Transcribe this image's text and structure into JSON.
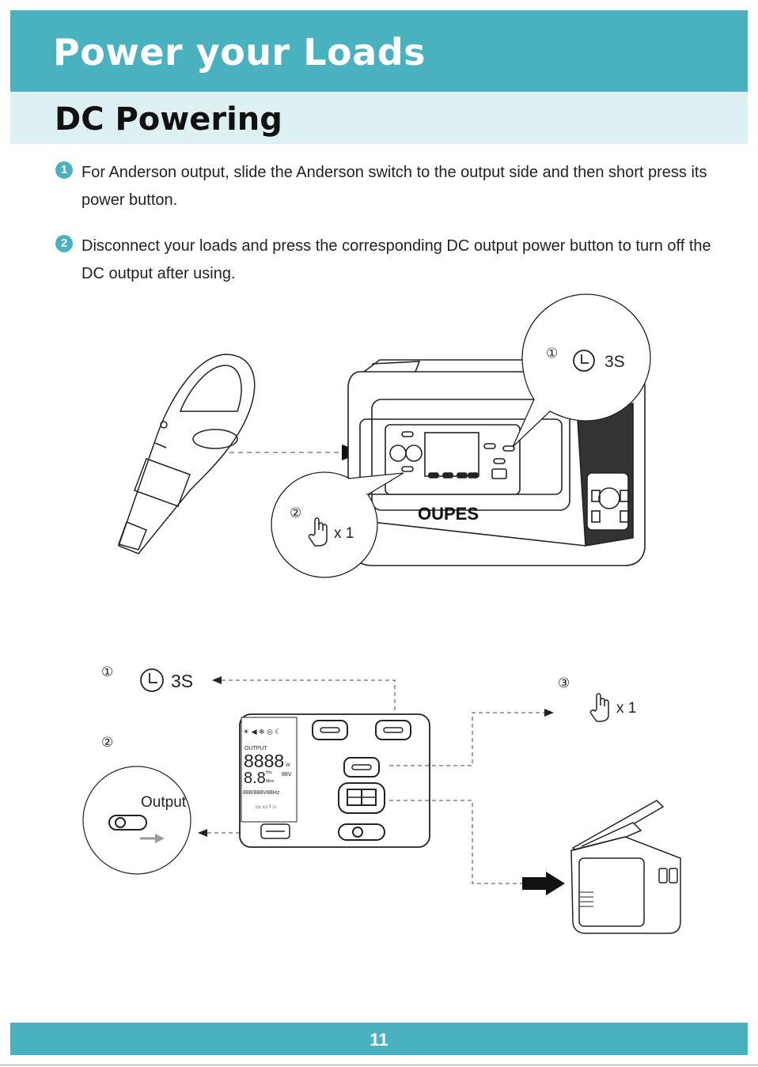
{
  "header": {
    "title": "Power your Loads"
  },
  "section": {
    "title": "DC Powering"
  },
  "steps": [
    {
      "num": "1",
      "text": "For Anderson output, slide the Anderson switch to the output side and then short press its power button."
    },
    {
      "num": "2",
      "text": "Disconnect your loads and press the corresponding DC output power button to turn off the DC output after using."
    }
  ],
  "illustration_top": {
    "callout1_num": "①",
    "callout1_time": "3S",
    "callout2_num": "②",
    "callout2_count": "x 1",
    "brand": "OUPES"
  },
  "illustration_bottom": {
    "step1_num": "①",
    "step1_time": "3S",
    "step2_num": "②",
    "step2_label": "Output",
    "step3_num": "③",
    "step3_count": "x 1",
    "lcd_output": "OUTPUT",
    "lcd_digits": "8888",
    "lcd_unit_w": "W",
    "lcd_small": "8.8",
    "lcd_hrs": "Hrs",
    "lcd_mins": "Mins",
    "lcd_volt": "88V",
    "lcd_row": "888/888V88Hz"
  },
  "footer": {
    "page": "11"
  }
}
